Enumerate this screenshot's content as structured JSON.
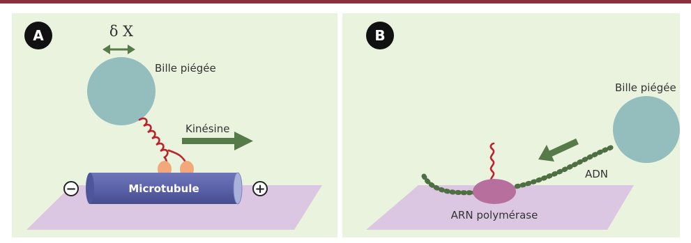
{
  "colors": {
    "top_rule": "#8b2f3f",
    "panel_bg": "#eaf3de",
    "slide": "#dcc7e2",
    "bead": "#94bdbd",
    "arrow_green": "#567a48",
    "coil_red": "#c0202a",
    "kinesin_head": "#f2a878",
    "microtubule": "#5c62a8",
    "polymerase": "#b76f9e",
    "dna_bead": "#4e6f42"
  },
  "panel_a": {
    "letter": "A",
    "delta_label": "δ X",
    "bead_label": "Bille piégée",
    "motor_label": "Kinésine",
    "track_label": "Microtubule",
    "minus_sign": "−",
    "plus_sign": "+"
  },
  "panel_b": {
    "letter": "B",
    "bead_label": "Bille piégée",
    "dna_label": "ADN",
    "enzyme_label": "ARN polymérase"
  }
}
